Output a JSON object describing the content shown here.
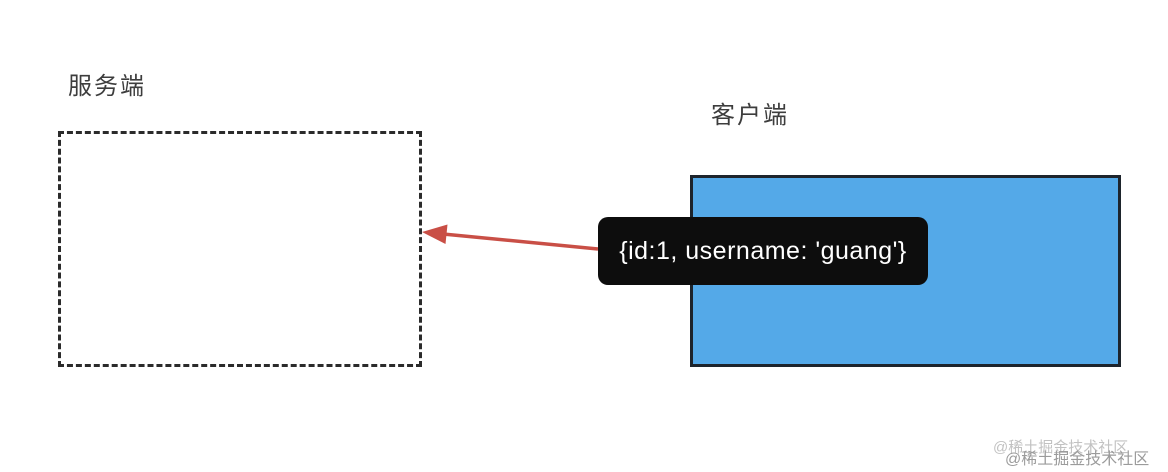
{
  "diagram": {
    "server": {
      "label": "服务端"
    },
    "client": {
      "label": "客户端"
    },
    "message": {
      "text": "{id:1, username: 'guang'}"
    },
    "watermark": {
      "text": "@稀土掘金技术社区"
    },
    "colors": {
      "label_text": "#3d3d3d",
      "dashed_border": "#2b2b2b",
      "client_fill": "#54a9e8",
      "client_border": "#1d242c",
      "tooltip_bg": "#0d0d0d",
      "tooltip_text": "#ffffff",
      "arrow": "#c94f46",
      "watermark_light": "#c2c2c2",
      "watermark_dark": "#9b9b9b"
    }
  }
}
